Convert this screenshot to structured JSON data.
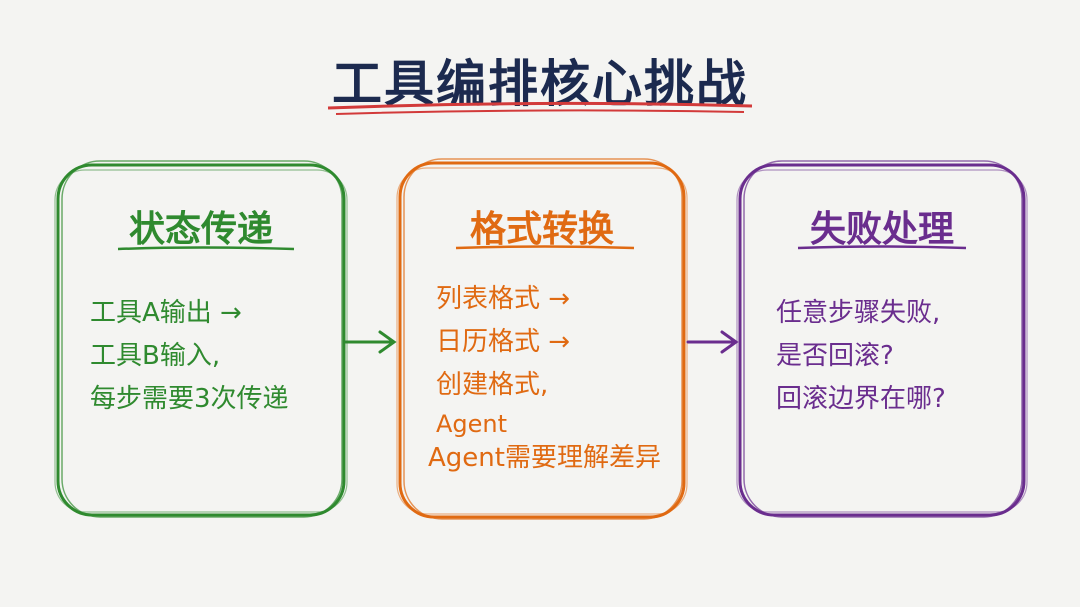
{
  "title": "工具编排核心挑战",
  "colors": {
    "title": "#1c2a4f",
    "underline": "#d23a3a",
    "green": "#2f8a2f",
    "orange": "#e06a12",
    "purple": "#6a2d8e"
  },
  "boxes": [
    {
      "heading": "状态传递",
      "lines": [
        "工具A输出 →",
        "工具B输入,",
        "每步需要3次传递"
      ]
    },
    {
      "heading": "格式转换",
      "lines": [
        "列表格式 →",
        "日历格式 →",
        "创建格式,",
        "Agent",
        "Agent需要理解差异"
      ]
    },
    {
      "heading": "失败处理",
      "lines": [
        "任意步骤失败,",
        "是否回滚?",
        "回滚边界在哪?"
      ]
    }
  ]
}
